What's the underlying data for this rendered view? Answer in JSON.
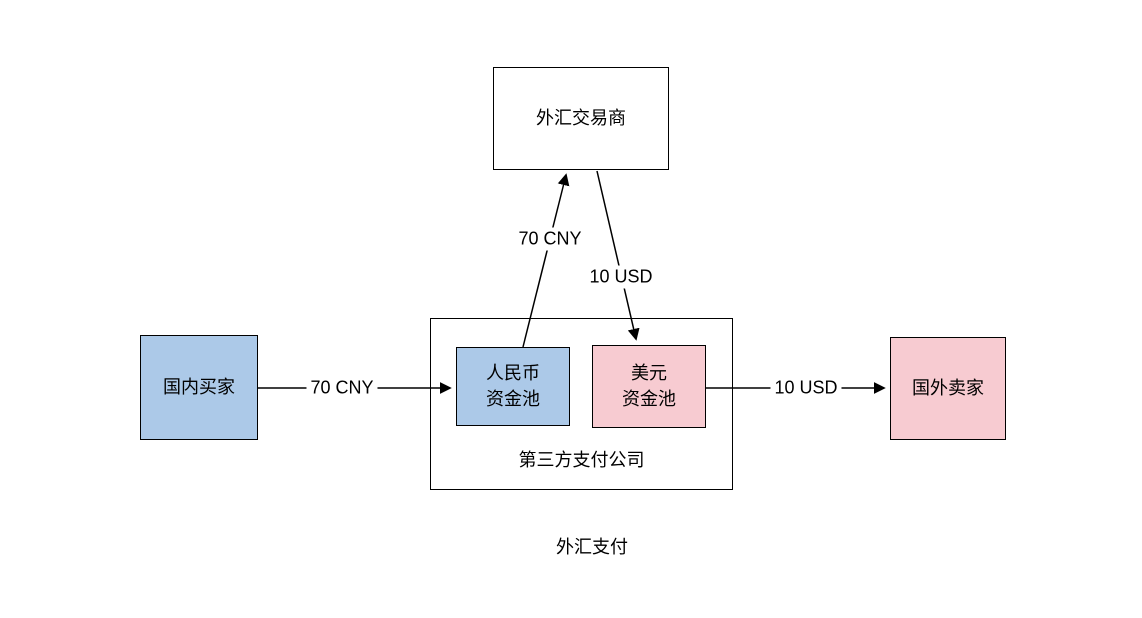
{
  "title": "外汇支付",
  "nodes": {
    "fx_trader": {
      "label": "外汇交易商"
    },
    "domestic_buyer": {
      "label": "国内买家"
    },
    "payment_company": {
      "label": "第三方支付公司"
    },
    "rmb_pool": {
      "label": "人民币\n资金池"
    },
    "usd_pool": {
      "label": "美元\n资金池"
    },
    "foreign_seller": {
      "label": "国外卖家"
    }
  },
  "edges": {
    "buyer_to_rmb": {
      "label": "70 CNY",
      "from": "国内买家",
      "to": "人民币资金池"
    },
    "rmb_to_trader": {
      "label": "70 CNY",
      "from": "人民币资金池",
      "to": "外汇交易商"
    },
    "trader_to_usd": {
      "label": "10 USD",
      "from": "外汇交易商",
      "to": "美元资金池"
    },
    "usd_to_seller": {
      "label": "10 USD",
      "from": "美元资金池",
      "to": "国外卖家"
    }
  },
  "colors": {
    "blue_fill": "#ACC9E8",
    "pink_fill": "#F7CBD1",
    "stroke": "#000000",
    "background": "#FFFFFF"
  }
}
